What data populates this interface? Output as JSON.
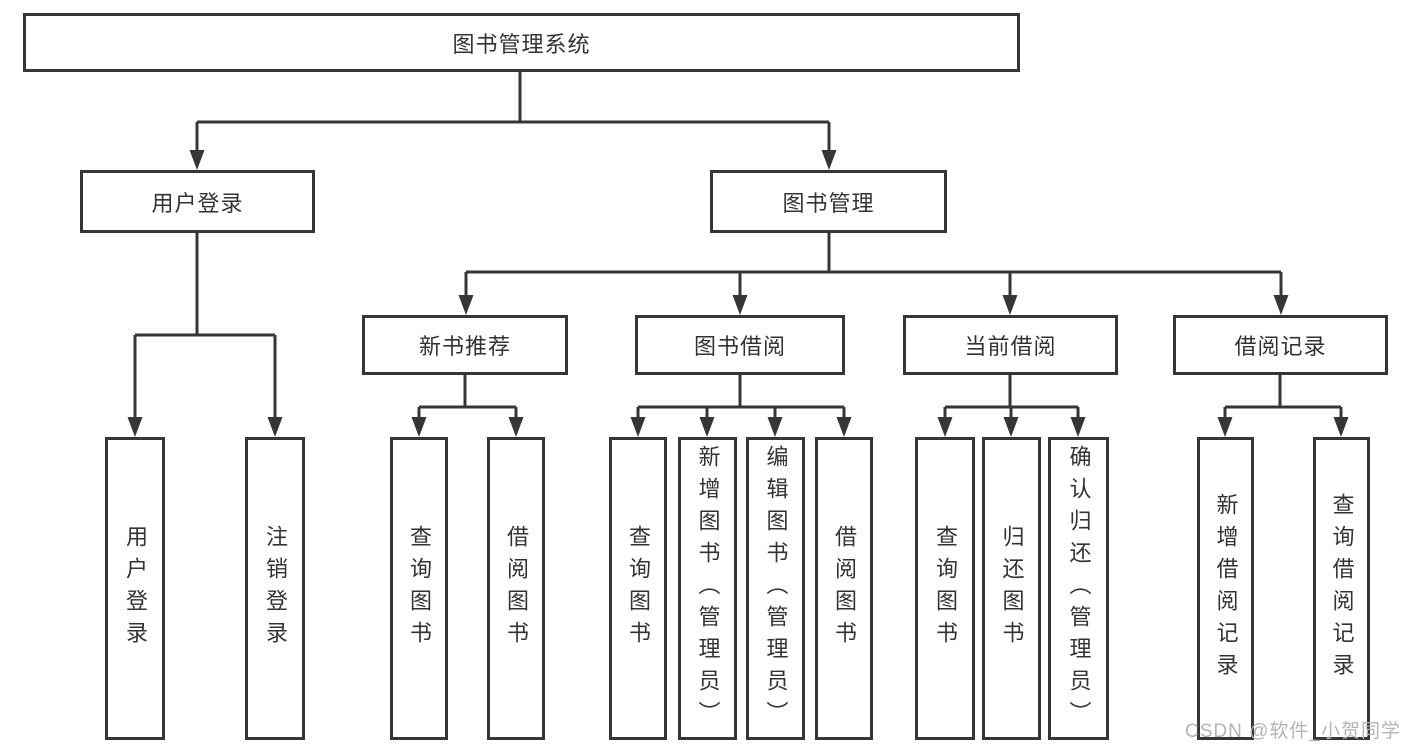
{
  "diagram": {
    "root": {
      "label": "图书管理系统"
    },
    "level2": [
      {
        "label": "用户登录"
      },
      {
        "label": "图书管理"
      }
    ],
    "level3": [
      {
        "label": "新书推荐"
      },
      {
        "label": "图书借阅"
      },
      {
        "label": "当前借阅"
      },
      {
        "label": "借阅记录"
      }
    ],
    "leaves": {
      "user_login_group": [
        "用户登录",
        "注销登录"
      ],
      "new_book_group": [
        "查询图书",
        "借阅图书"
      ],
      "book_borrow_group": [
        "查询图书",
        "新增图书（管理员）",
        "编辑图书（管理员）",
        "借阅图书"
      ],
      "current_borrow_group": [
        "查询图书",
        "归还图书",
        "确认归还（管理员）"
      ],
      "record_group": [
        "新增借阅记录",
        "查询借阅记录"
      ]
    }
  },
  "watermark": "CSDN @软件_小贺同学",
  "colors": {
    "line": "#363636",
    "box_border": "#363636",
    "box_background": "#ffffff",
    "text": "#333333",
    "watermark": "#b4b4b4",
    "background": "#ffffff"
  }
}
